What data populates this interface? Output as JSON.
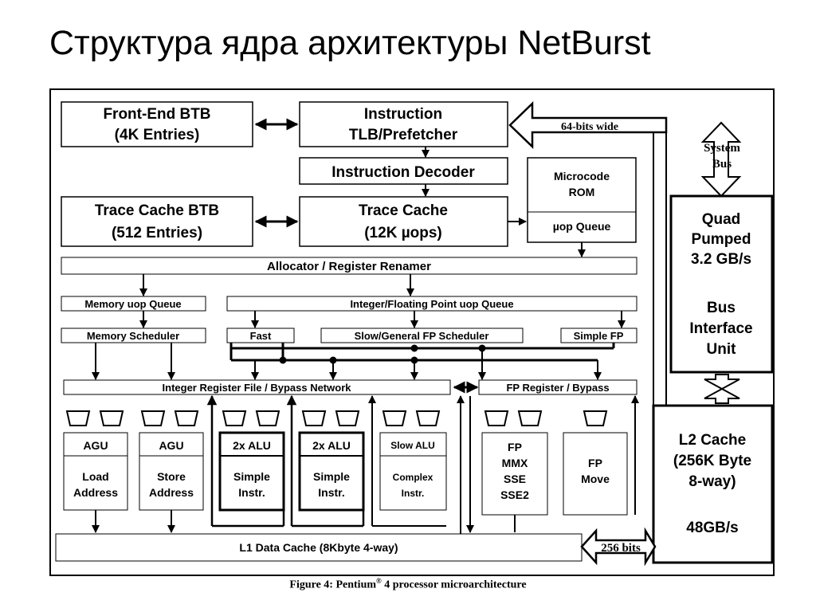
{
  "title": "Структура ядра архитектуры NetBurst",
  "blocks": {
    "front_end_btb": [
      "Front-End BTB",
      "(4K Entries)"
    ],
    "itlb": [
      "Instruction",
      "TLB/Prefetcher"
    ],
    "decoder": "Instruction Decoder",
    "microcode_rom": [
      "Microcode",
      "ROM"
    ],
    "uop_queue": "µop Queue",
    "trace_cache_btb": [
      "Trace Cache BTB",
      "(512 Entries)"
    ],
    "trace_cache": [
      "Trace Cache",
      "(12K µops)"
    ],
    "allocator": "Allocator / Register Renamer",
    "mem_uop_queue": "Memory uop Queue",
    "int_fp_uop_queue": "Integer/Floating Point uop Queue",
    "mem_scheduler": "Memory Scheduler",
    "fast": "Fast",
    "slow_general_fp": "Slow/General FP Scheduler",
    "simple_fp": "Simple FP",
    "int_regfile": "Integer Register File / Bypass Network",
    "fp_regfile": "FP Register / Bypass",
    "agu_load": [
      "AGU",
      "Load",
      "Address"
    ],
    "agu_store": [
      "AGU",
      "Store",
      "Address"
    ],
    "alu1": [
      "2x ALU",
      "Simple",
      "Instr."
    ],
    "alu2": [
      "2x ALU",
      "Simple",
      "Instr."
    ],
    "slow_alu": [
      "Slow ALU",
      "Complex",
      "Instr."
    ],
    "fp_mmx": [
      "FP",
      "MMX",
      "SSE",
      "SSE2"
    ],
    "fp_move": [
      "FP",
      "Move"
    ],
    "l1_cache": "L1 Data Cache (8Kbyte 4-way)",
    "bus_width_256": "256 bits",
    "bus_width_64": "64-bits wide",
    "system_bus": [
      "System",
      "Bus"
    ],
    "bus_interface": [
      "Quad",
      "Pumped",
      "3.2 GB/s",
      "Bus",
      "Interface",
      "Unit"
    ],
    "l2_cache": [
      "L2 Cache",
      "(256K Byte",
      "8-way)",
      "48GB/s"
    ]
  },
  "caption": {
    "text_before": "Figure 4: Pentium",
    "superscript": "®",
    "text_after": " 4 processor microarchitecture"
  }
}
